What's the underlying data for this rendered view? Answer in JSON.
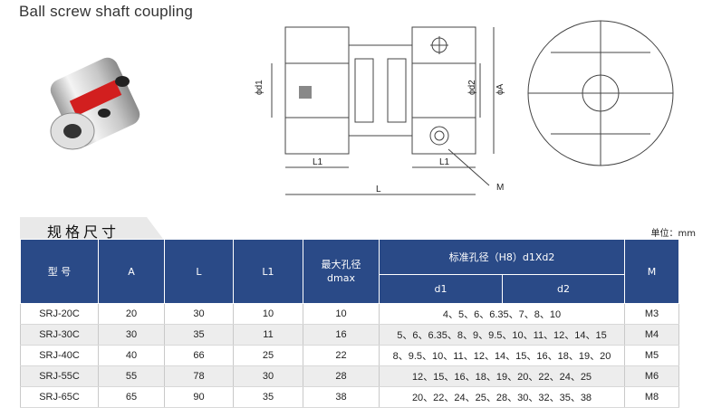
{
  "title": "Ball screw shaft coupling",
  "drawing": {
    "d1": "ϕd1",
    "d2": "ϕd2",
    "A": "ϕA",
    "L1_left": "L1",
    "L1_right": "L1",
    "L": "L",
    "M": "M"
  },
  "spec": {
    "heading": "规格尺寸",
    "unit": "单位：mm",
    "columns": {
      "model": "型 号",
      "A": "A",
      "L": "L",
      "L1": "L1",
      "dmax_line1": "最大孔径",
      "dmax_line2": "dmax",
      "bore": "标准孔径（H8）d1Xd2",
      "d1": "d1",
      "d2": "d2",
      "M": "M"
    },
    "rows": [
      {
        "model": "SRJ-20C",
        "A": "20",
        "L": "30",
        "L1": "10",
        "dmax": "10",
        "bores": "4、5、6、6.35、7、8、10",
        "M": "M3"
      },
      {
        "model": "SRJ-30C",
        "A": "30",
        "L": "35",
        "L1": "11",
        "dmax": "16",
        "bores": "5、6、6.35、8、9、9.5、10、11、12、14、15",
        "M": "M4"
      },
      {
        "model": "SRJ-40C",
        "A": "40",
        "L": "66",
        "L1": "25",
        "dmax": "22",
        "bores": "8、9.5、10、11、12、14、15、16、18、19、20",
        "M": "M5"
      },
      {
        "model": "SRJ-55C",
        "A": "55",
        "L": "78",
        "L1": "30",
        "dmax": "28",
        "bores": "12、15、16、18、19、20、22、24、25",
        "M": "M6"
      },
      {
        "model": "SRJ-65C",
        "A": "65",
        "L": "90",
        "L1": "35",
        "dmax": "38",
        "bores": "20、22、24、25、28、30、32、35、38",
        "M": "M8"
      }
    ]
  }
}
